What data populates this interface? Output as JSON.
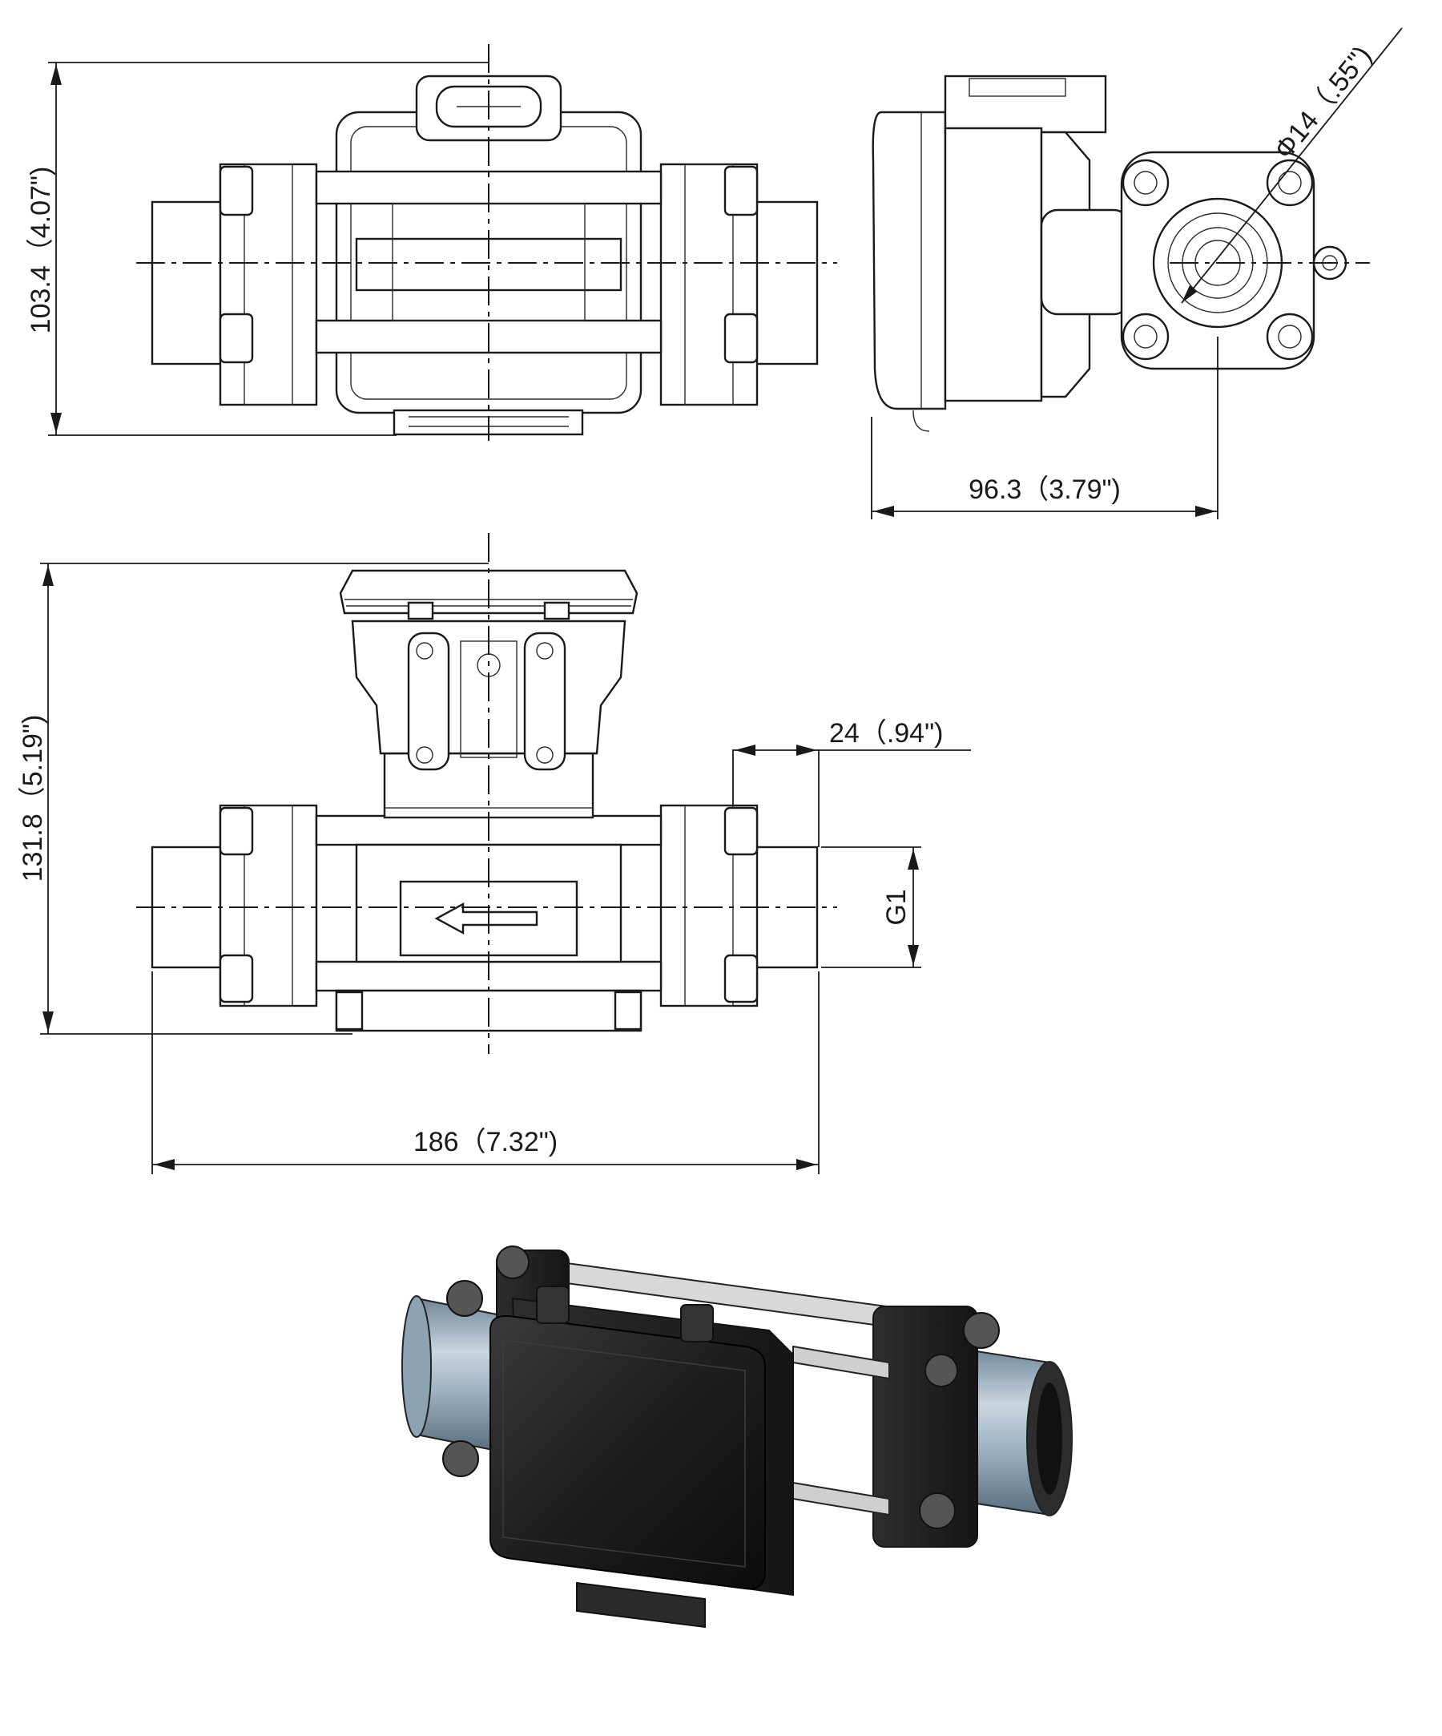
{
  "dimensions": {
    "top_height": "103.4（4.07\")",
    "side_width": "96.3（3.79\")",
    "port_diameter": "Φ14（.55\")",
    "front_height": "131.8（5.19\")",
    "thread_length": "24（.94\")",
    "thread_size": "G1",
    "overall_length": "186（7.32\")"
  },
  "colors": {
    "line": "#1a1a1a",
    "housing": "#2b2b2b",
    "thread": "#9fb6c8",
    "background": "#ffffff"
  }
}
